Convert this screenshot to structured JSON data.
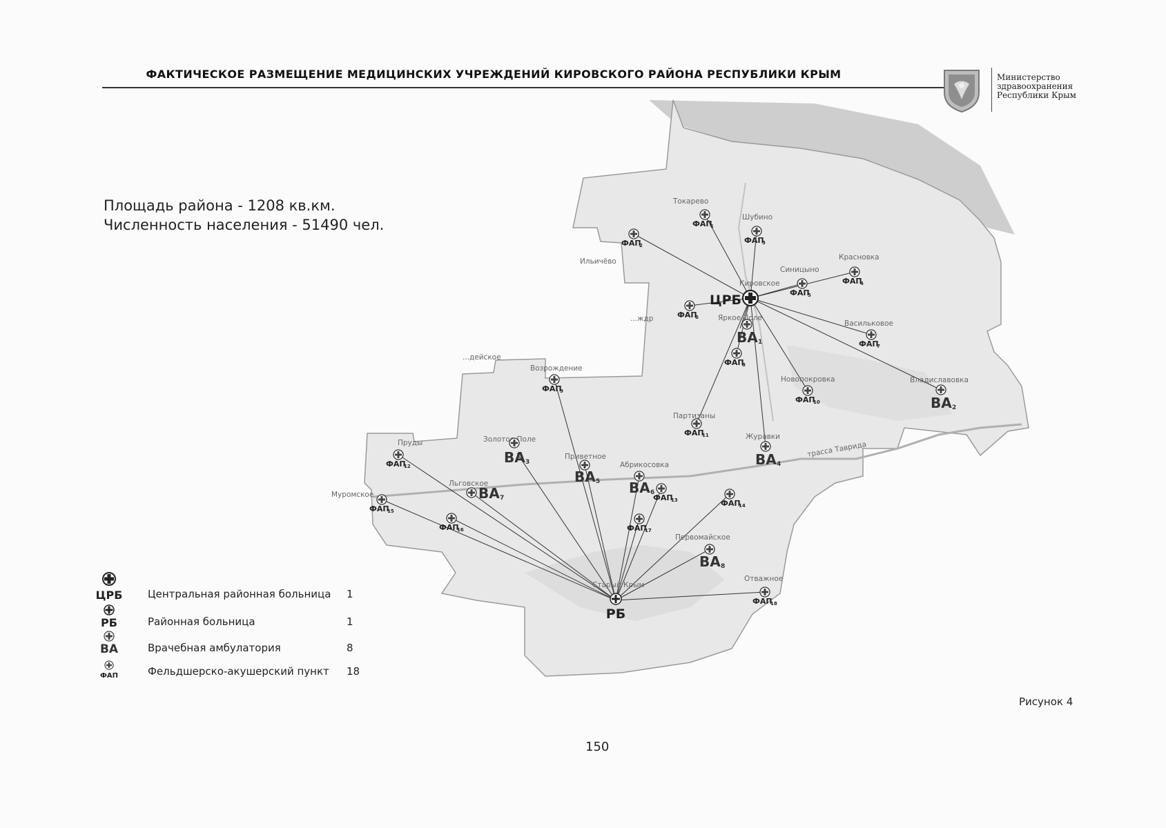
{
  "header": {
    "title": "ФАКТИЧЕСКОЕ РАЗМЕЩЕНИЕ МЕДИЦИНСКИХ УЧРЕЖДЕНИЙ КИРОВСКОГО РАЙОНА РЕСПУБЛИКИ КРЫМ",
    "ministry": [
      "Министерство",
      "здравоохранения",
      "Республики Крым"
    ]
  },
  "district_info": {
    "area": "Площадь района - 1208 кв.км.",
    "population": "Численность населения - 51490 чел."
  },
  "map": {
    "places": [
      {
        "id": "tokarevo",
        "label": "Токарево"
      },
      {
        "id": "shubino",
        "label": "Шубино"
      },
      {
        "id": "ilichevo",
        "label": "Ильичёво"
      },
      {
        "id": "krasnovka",
        "label": "Красновка"
      },
      {
        "id": "sinitsyno",
        "label": "Синицыно"
      },
      {
        "id": "kirovskoe",
        "label": "Кировское"
      },
      {
        "id": "yarkoe-pole",
        "label": "Яркое Поле"
      },
      {
        "id": "vasilkovoe",
        "label": "Васильковое"
      },
      {
        "id": "vozrozhdenie",
        "label": "Возрождение"
      },
      {
        "id": "novopokrovka",
        "label": "Новопокровка"
      },
      {
        "id": "vladislavovka",
        "label": "Владиславовка"
      },
      {
        "id": "partizany",
        "label": "Партизаны"
      },
      {
        "id": "zhuravki",
        "label": "Журавки"
      },
      {
        "id": "zolotoe-pole",
        "label": "Золотое Поле"
      },
      {
        "id": "prudy",
        "label": "Пруды"
      },
      {
        "id": "privetnoe",
        "label": "Приветное"
      },
      {
        "id": "abrikosovka",
        "label": "Абрикосовка"
      },
      {
        "id": "lgovskoe",
        "label": "Льговское"
      },
      {
        "id": "muromskoe",
        "label": "Муромское"
      },
      {
        "id": "pervomaiskoe",
        "label": "Первомайское"
      },
      {
        "id": "otvazhnoe",
        "label": "Отважное"
      },
      {
        "id": "stary-krym",
        "label": "Старый Крым"
      },
      {
        "id": "deiskoe",
        "label": "...дейское"
      },
      {
        "id": "zhdr",
        "label": "...ждр"
      }
    ],
    "road_label": "трасса Таврида",
    "facilities": {
      "crb": {
        "label": "ЦРБ"
      },
      "rb": {
        "label": "РБ"
      },
      "va": [
        {
          "label": "ВА",
          "n": "1"
        },
        {
          "label": "ВА",
          "n": "2"
        },
        {
          "label": "ВА",
          "n": "3"
        },
        {
          "label": "ВА",
          "n": "4"
        },
        {
          "label": "ВА",
          "n": "5"
        },
        {
          "label": "ВА",
          "n": "6"
        },
        {
          "label": "ВА",
          "n": "7"
        },
        {
          "label": "ВА",
          "n": "8"
        }
      ],
      "fap": [
        {
          "label": "ФАП",
          "n": "1"
        },
        {
          "label": "ФАП",
          "n": "2"
        },
        {
          "label": "ФАП",
          "n": "3"
        },
        {
          "label": "ФАП",
          "n": "4"
        },
        {
          "label": "ФАП",
          "n": "5"
        },
        {
          "label": "ФАП",
          "n": "6"
        },
        {
          "label": "ФАП",
          "n": "7"
        },
        {
          "label": "ФАП",
          "n": "8"
        },
        {
          "label": "ФАП",
          "n": "9"
        },
        {
          "label": "ФАП",
          "n": "10"
        },
        {
          "label": "ФАП",
          "n": "11"
        },
        {
          "label": "ФАП",
          "n": "12"
        },
        {
          "label": "ФАП",
          "n": "13"
        },
        {
          "label": "ФАП",
          "n": "14"
        },
        {
          "label": "ФАП",
          "n": "15"
        },
        {
          "label": "ФАП",
          "n": "16"
        },
        {
          "label": "ФАП",
          "n": "17"
        },
        {
          "label": "ФАП",
          "n": "18"
        }
      ]
    }
  },
  "legend": [
    {
      "abbr": "ЦРБ",
      "label": "Центральная районная больница",
      "count": "1"
    },
    {
      "abbr": "РБ",
      "label": "Районная больница",
      "count": "1"
    },
    {
      "abbr": "ВА",
      "label": "Врачебная амбулатория",
      "count": "8"
    },
    {
      "abbr": "ФАП",
      "label": "Фельдшерско-акушерский пункт",
      "count": "18"
    }
  ],
  "figure_caption": "Рисунок 4",
  "page_number": "150"
}
